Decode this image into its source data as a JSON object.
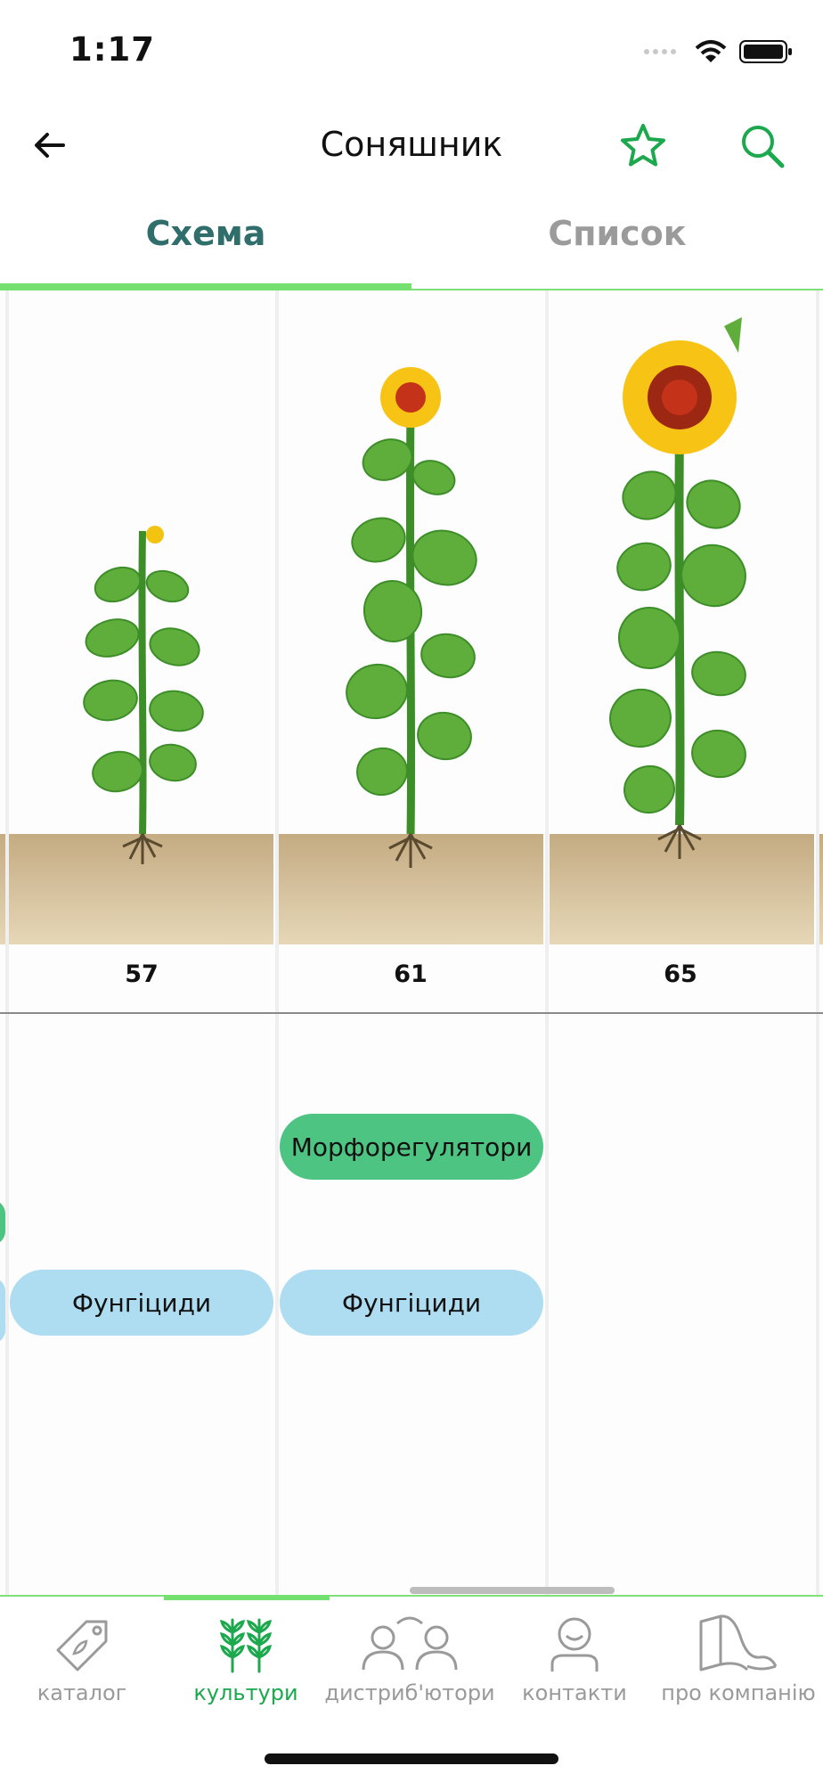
{
  "status_bar": {
    "time": "1:17"
  },
  "header": {
    "title": "Соняшник"
  },
  "tabs": [
    {
      "label": "Схема",
      "active": true
    },
    {
      "label": "Список",
      "active": false
    }
  ],
  "stages": [
    {
      "number": "57"
    },
    {
      "number": "61"
    },
    {
      "number": "65"
    }
  ],
  "treatments": {
    "col1_fungicides": "Фунгіциди",
    "col2_morphoregulators": "Морфорегулятори",
    "col2_fungicides": "Фунгіциди"
  },
  "bottom_nav": [
    {
      "label": "каталог",
      "icon": "tag-icon",
      "active": false
    },
    {
      "label": "культури",
      "icon": "wheat-icon",
      "active": true
    },
    {
      "label": "дистриб'ютори",
      "icon": "people-icon",
      "active": false
    },
    {
      "label": "контакти",
      "icon": "person-icon",
      "active": false
    },
    {
      "label": "про компанію",
      "icon": "map-icon",
      "active": false
    }
  ],
  "colors": {
    "accent_green": "#1ca84d",
    "tab_indicator": "#74e070",
    "fungicide_pill": "#aedcf0",
    "morphoregulator_pill": "#4ec483",
    "active_tab_text": "#2f6e6a"
  }
}
